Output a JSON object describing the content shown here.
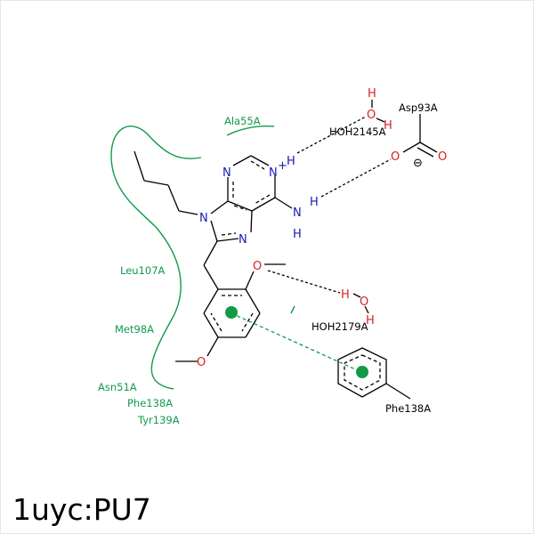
{
  "title": "1uyc:PU7",
  "residues_hydrophobic": [
    "Ala55A",
    "Leu107A",
    "Met98A",
    "Asn51A",
    "Phe138A",
    "Tyr139A"
  ],
  "residues_partner": {
    "asp": "Asp93A",
    "phe": "Phe138A",
    "water1": "HOH2145A",
    "water2": "HOH2179A"
  },
  "atoms": {
    "n": "N",
    "o": "O",
    "h": "H",
    "nplus": "+",
    "minus": "⊖"
  },
  "colors": {
    "nitrogen": "#1a1ab3",
    "oxygen": "#d42020",
    "hydrophobic": "#129a4a",
    "bond": "#000000"
  }
}
